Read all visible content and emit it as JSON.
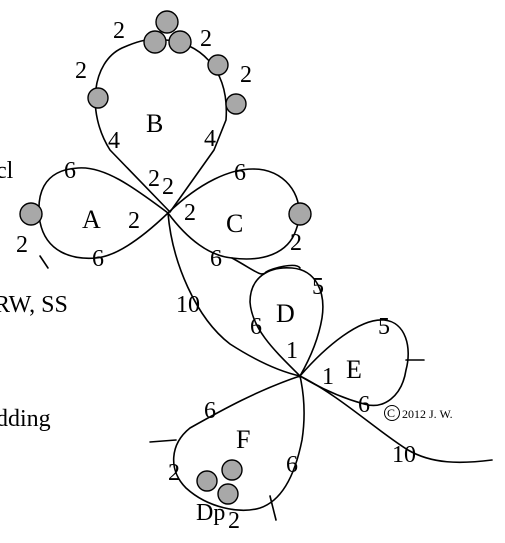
{
  "edge_text": {
    "cl": "cl",
    "rw_ss": "RW, SS",
    "adding": "dding"
  },
  "rings": {
    "A": {
      "label": "A",
      "counts": [
        "6",
        "2",
        "6",
        "2"
      ]
    },
    "B": {
      "label": "B",
      "counts": [
        "2",
        "2",
        "2",
        "2",
        "4",
        "4",
        "2",
        "2"
      ]
    },
    "C": {
      "label": "C",
      "counts": [
        "6",
        "2",
        "6",
        "2"
      ]
    },
    "D": {
      "label": "D",
      "counts": [
        "5",
        "6",
        "1"
      ]
    },
    "E": {
      "label": "E",
      "counts": [
        "5",
        "1",
        "6"
      ]
    },
    "F": {
      "label": "F",
      "counts": [
        "6",
        "2",
        "6",
        "2"
      ],
      "extra": "Dp"
    }
  },
  "chains": [
    "10",
    "10"
  ],
  "copyright": "2012 J. W.",
  "copyright_symbol": "C",
  "colors": {
    "bead": "#a8a8a8",
    "line": "#000000",
    "background": "#ffffff"
  }
}
